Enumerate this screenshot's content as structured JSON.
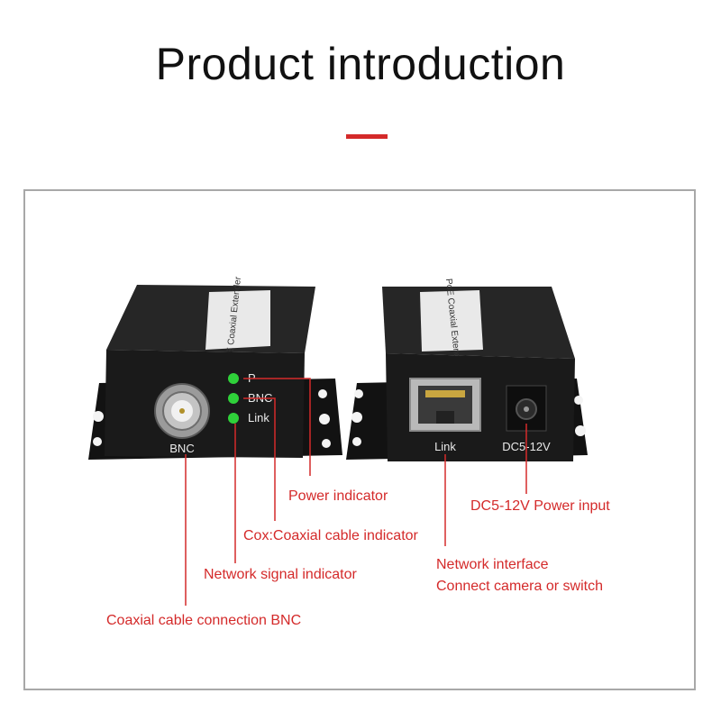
{
  "title": "Product introduction",
  "device_labels": {
    "led_p": "P",
    "led_bnc": "BNC",
    "led_link": "Link",
    "bnc_port": "BNC",
    "link_port": "Link",
    "dc_port": "DC5-12V",
    "sticker_left": "PoE Coaxial Extender",
    "sticker_right": "PoE Coaxial Extender"
  },
  "callouts": {
    "power_indicator": "Power indicator",
    "coaxial_indicator": "Cox:Coaxial cable indicator",
    "network_signal_indicator": "Network signal indicator",
    "coaxial_connection": "Coaxial cable connection BNC",
    "power_input": "DC5-12V Power input",
    "network_interface_line1": "Network interface",
    "network_interface_line2": "Connect camera or switch"
  },
  "colors": {
    "accent": "#d42a2a",
    "device_body": "#1c1c1c",
    "led_green": "#2fd13a"
  }
}
